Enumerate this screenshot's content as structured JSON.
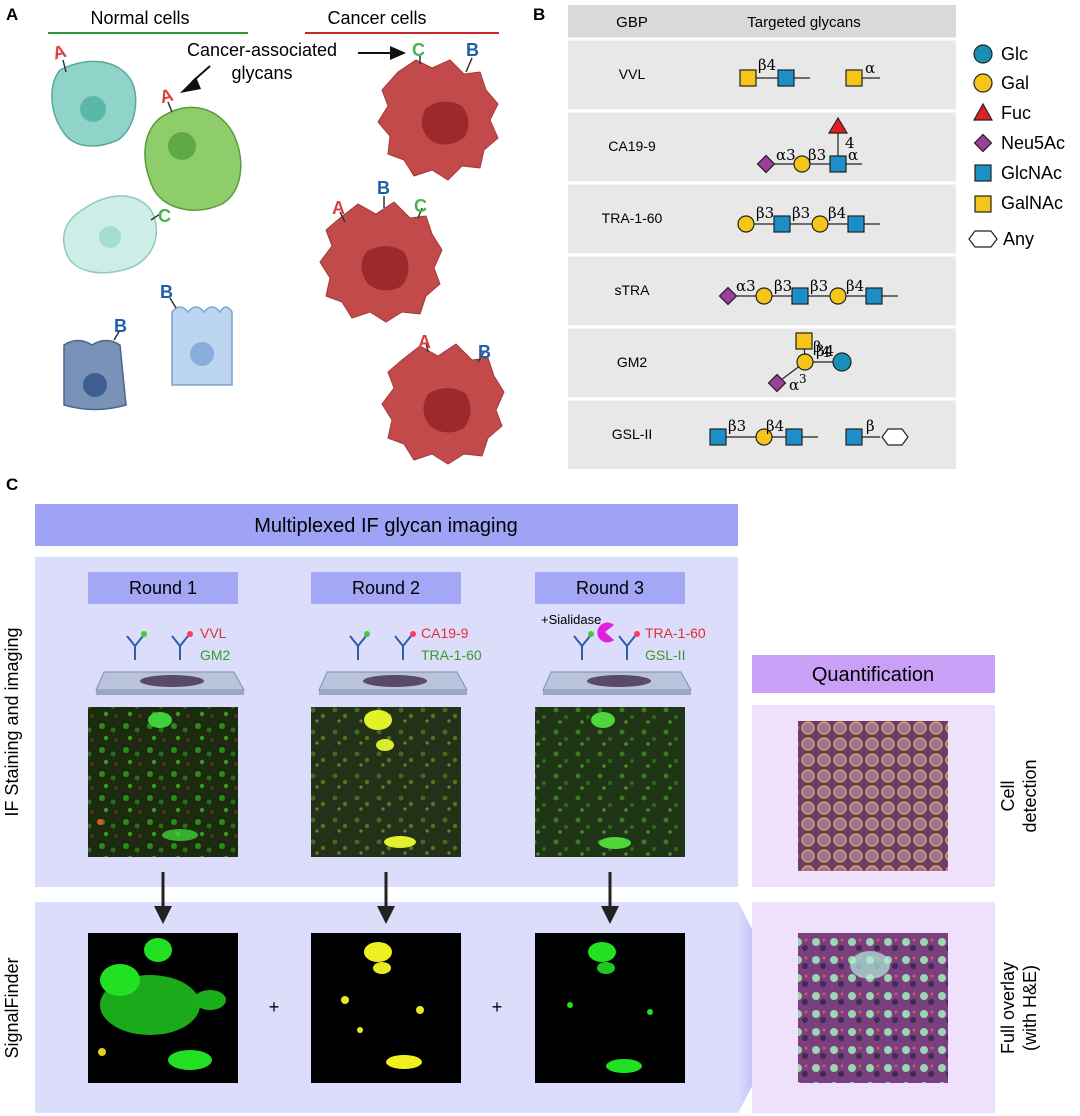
{
  "panels": {
    "a": "A",
    "b": "B",
    "c": "C"
  },
  "panel_a": {
    "normal_title": "Normal cells",
    "cancer_title": "Cancer cells",
    "annotation_line1": "Cancer-associated",
    "annotation_line2": "glycans",
    "glycan_a": "A",
    "glycan_b": "B",
    "glycan_c": "C"
  },
  "panel_b": {
    "header_gbp": "GBP",
    "header_glycans": "Targeted glycans",
    "rows": [
      "VVL",
      "CA19-9",
      "TRA-1-60",
      "sTRA",
      "GM2",
      "GSL-II"
    ],
    "linkages": {
      "vvl": [
        "β4",
        "α"
      ],
      "ca199": [
        "α3",
        "β3",
        "α",
        "4"
      ],
      "tra": [
        "β3",
        "β3",
        "β4"
      ],
      "stra": [
        "α3",
        "β3",
        "β3",
        "β4"
      ],
      "gm2": [
        "β",
        "4",
        "β4",
        "α",
        "3"
      ],
      "gsl": [
        "β3",
        "β4",
        "β"
      ]
    },
    "legend": [
      "Glc",
      "Gal",
      "Fuc",
      "Neu5Ac",
      "GlcNAc",
      "GalNAc",
      "Any"
    ]
  },
  "panel_c": {
    "banner": "Multiplexed IF glycan imaging",
    "row1_label": "IF Staining and imaging",
    "row2_label": "SignalFinder",
    "rounds": [
      {
        "title": "Round 1",
        "red": "VVL",
        "green": "GM2",
        "extra": ""
      },
      {
        "title": "Round 2",
        "red": "CA19-9",
        "green": "TRA-1-60",
        "extra": ""
      },
      {
        "title": "Round 3",
        "red": "TRA-1-60",
        "green": "GSL-II",
        "extra": "+Sialidase"
      }
    ],
    "plus": "+",
    "quantification": "Quantification",
    "cell_detection_1": "Cell",
    "cell_detection_2": "detection",
    "overlay_1": "Full overlay",
    "overlay_2": "(with H&E)"
  },
  "colors": {
    "normal_line": "#2e9a3a",
    "cancer_line": "#c62828",
    "glycan_a": "#d9433a",
    "glycan_b": "#1f5fa8",
    "glycan_c": "#4caf50",
    "glc": "#1a8fb5",
    "gal": "#f5c518",
    "fuc": "#e02020",
    "neu5ac": "#9b3e9e",
    "glcnac": "#1c8fc7",
    "galnac": "#f5c518",
    "banner": "#9fa3f5",
    "panel_bg": "#dcdcfb",
    "quant_header": "#c9a0f5",
    "quant_bg": "#efe0fb",
    "table_bg": "#e8e8e8",
    "table_header": "#d9d9d9",
    "red_text": "#e0312f",
    "green_text": "#3a9c2b"
  }
}
